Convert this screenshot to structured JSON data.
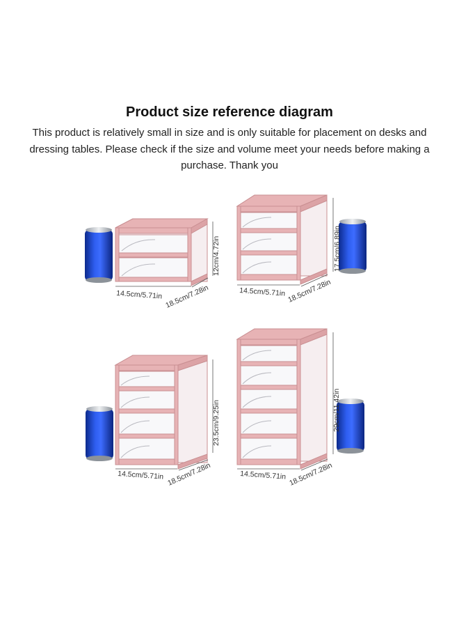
{
  "title": "Product size reference diagram",
  "description": "This product is relatively small in size and is only suitable for placement on desks and dressing tables. Please check if the size and volume meet your needs before making a purchase. Thank you",
  "colors": {
    "frame": "#e7b3b5",
    "frame_edge": "#c98f92",
    "can": "#1f47c8",
    "background": "#ffffff"
  },
  "organizers": [
    {
      "drawers": 2,
      "width_label": "14.5cm/5.71in",
      "depth_label": "18.5cm/7.28in",
      "height_label": "12cm/4.72in"
    },
    {
      "drawers": 3,
      "width_label": "14.5cm/5.71in",
      "depth_label": "18.5cm/7.28in",
      "height_label": "17.5cm/6.89in"
    },
    {
      "drawers": 4,
      "width_label": "14.5cm/5.71in",
      "depth_label": "18.5cm/7.28in",
      "height_label": "23.5cm/9.25in"
    },
    {
      "drawers": 5,
      "width_label": "14.5cm/5.71in",
      "depth_label": "18.5cm/7.28in",
      "height_label": "29cm/11.42in"
    }
  ]
}
